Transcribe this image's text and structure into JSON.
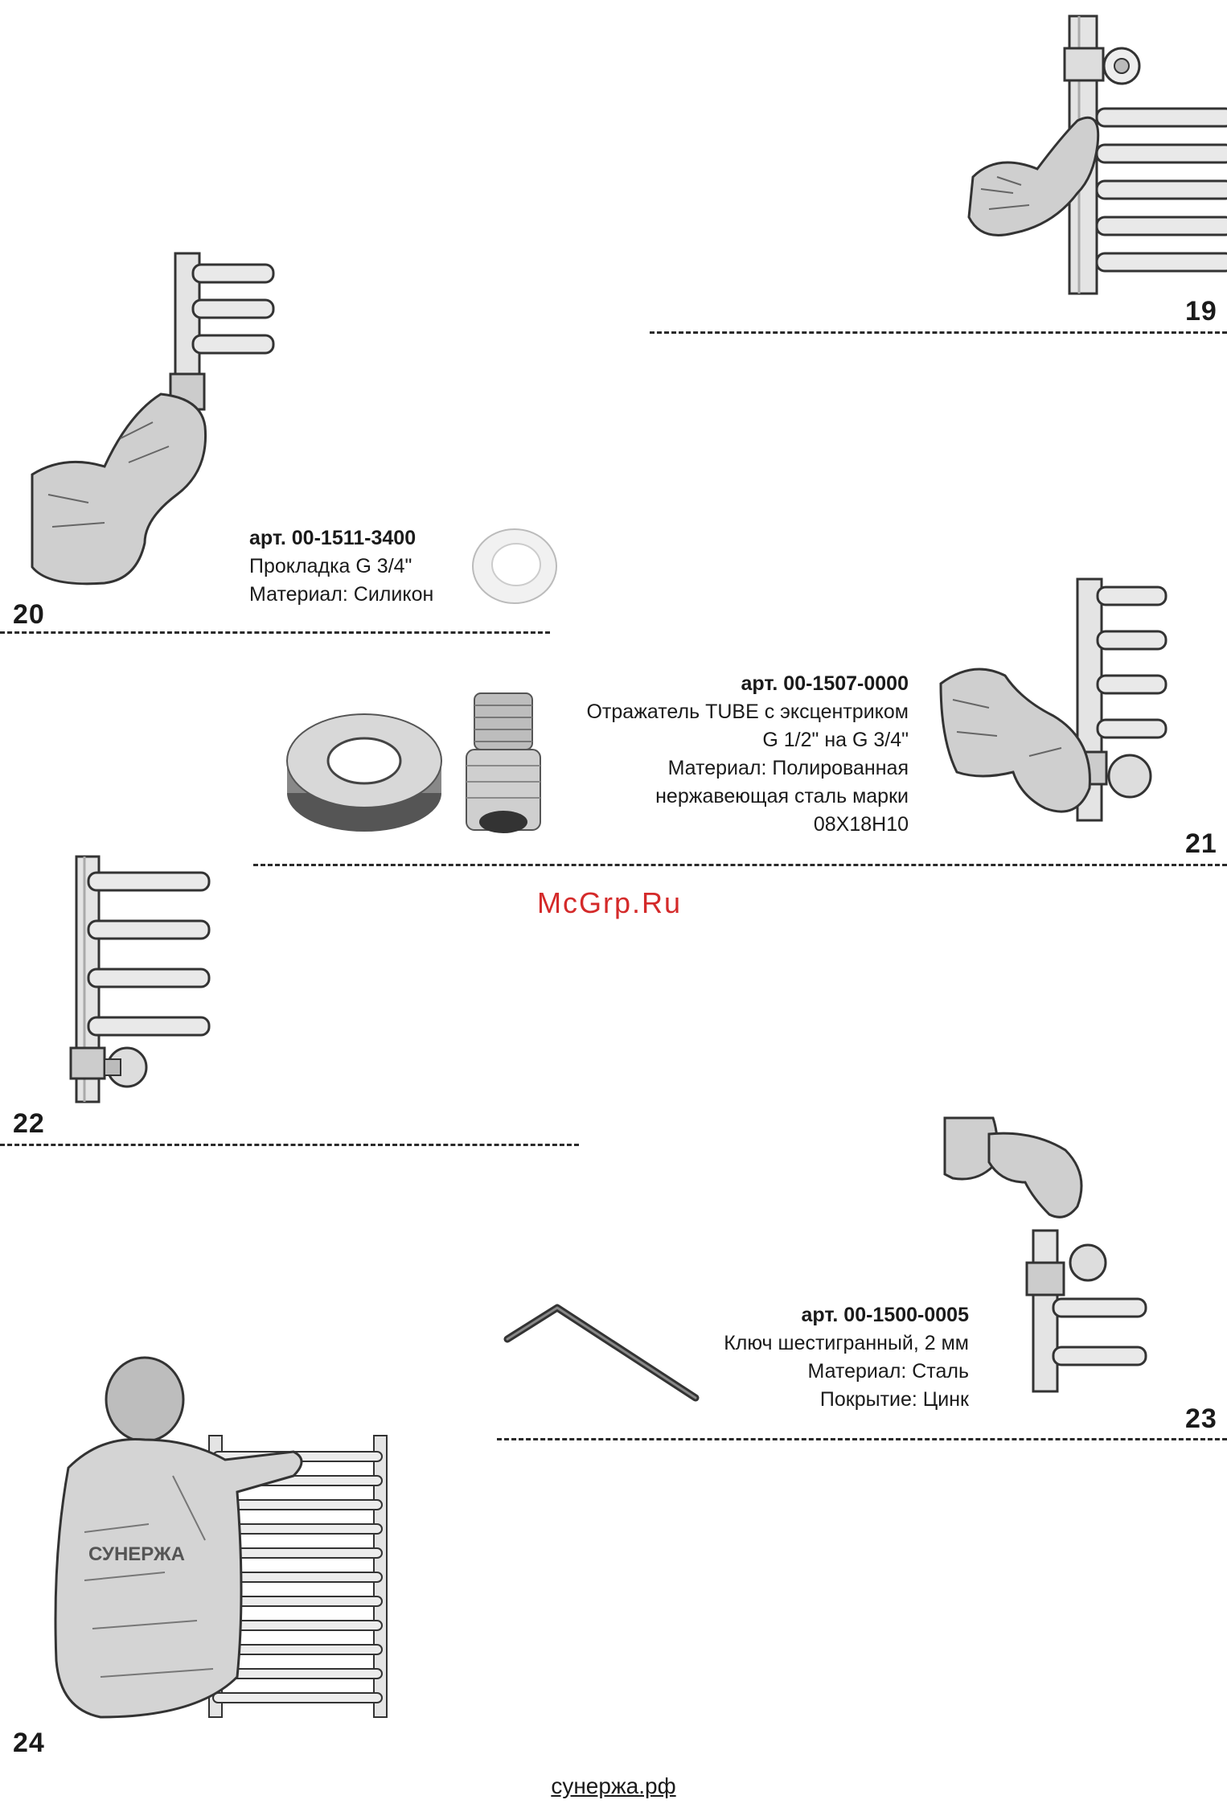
{
  "steps": {
    "s19": "19",
    "s20": "20",
    "s21": "21",
    "s22": "22",
    "s23": "23",
    "s24": "24"
  },
  "part20": {
    "art": "арт. 00-1511-3400",
    "line1": "Прокладка G 3/4\"",
    "line2": "Материал: Силикон"
  },
  "part21": {
    "art": "арт. 00-1507-0000",
    "line1": "Отражатель TUBE с эксцентриком",
    "line2": "G 1/2\" на G 3/4\"",
    "line3": "Материал: Полированная",
    "line4": "нержавеющая сталь марки",
    "line5": "08Х18Н10"
  },
  "part23": {
    "art": "арт. 00-1500-0005",
    "line1": "Ключ шестигранный, 2 мм",
    "line2": "Материал: Сталь",
    "line3": "Покрытие: Цинк"
  },
  "jacket_logo": "СУНЕРЖА",
  "watermark": "McGrp.Ru",
  "footer": "сунержа.рф"
}
